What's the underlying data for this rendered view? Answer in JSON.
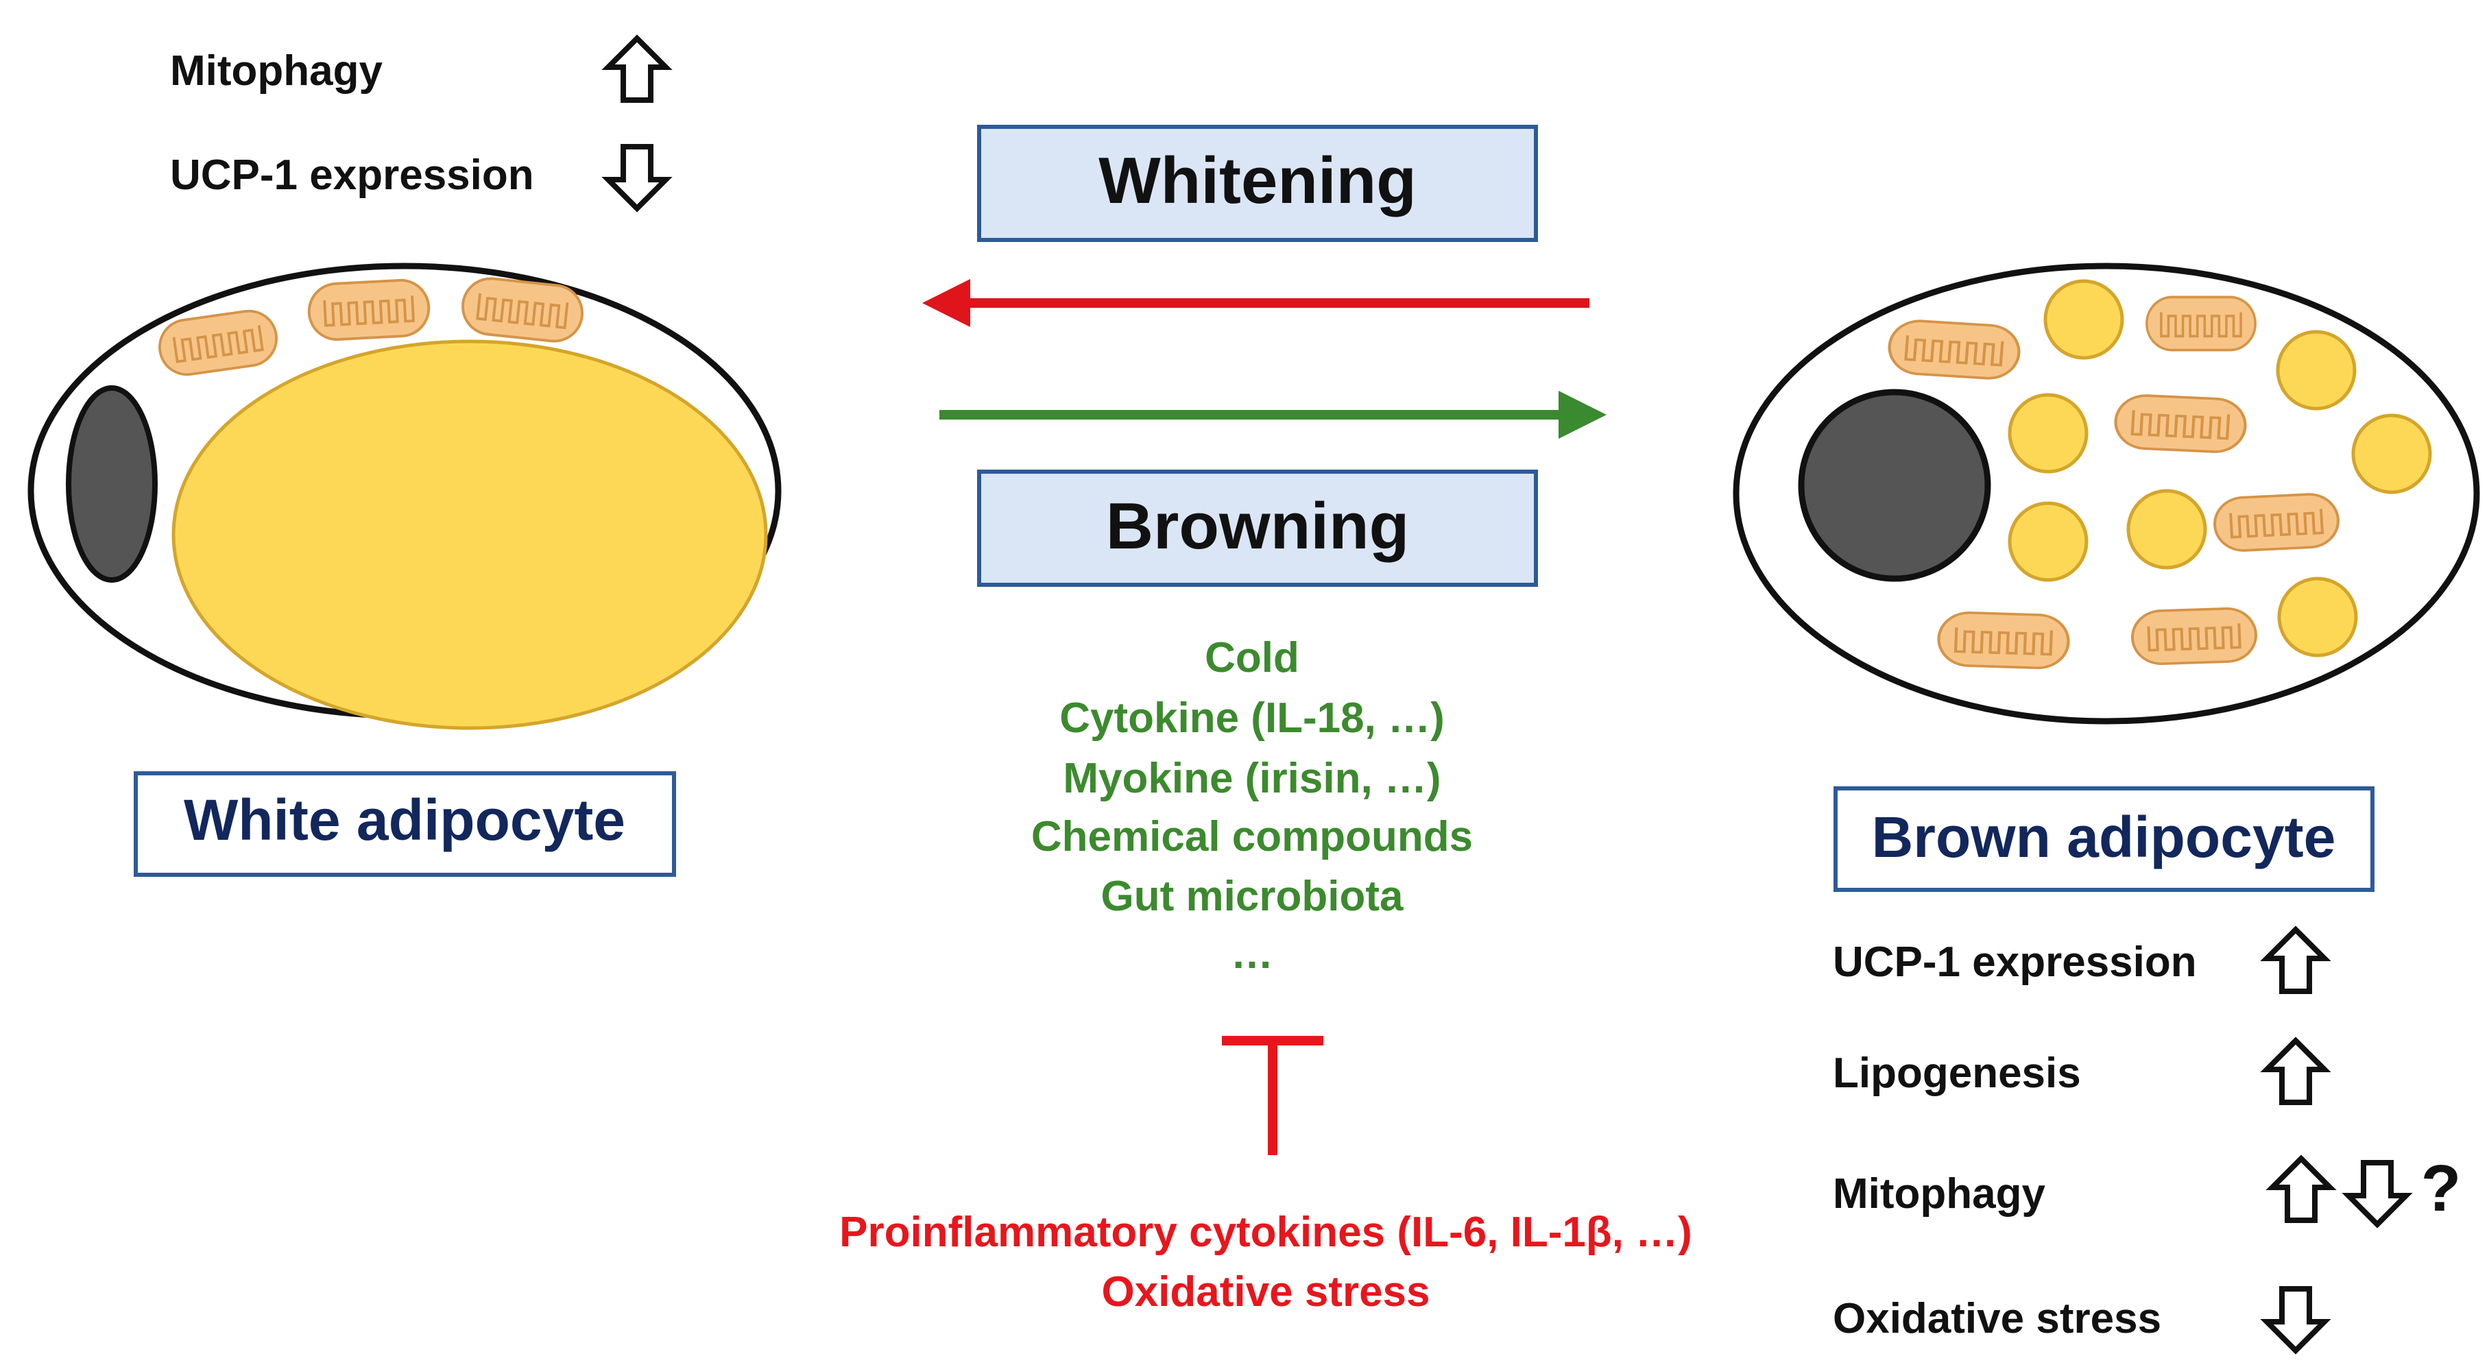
{
  "left_panel": {
    "markers": [
      {
        "label": "Mitophagy",
        "arrows": [
          "up"
        ]
      },
      {
        "label": "UCP-1 expression",
        "arrows": [
          "down"
        ]
      }
    ],
    "cell_label": "White adipocyte"
  },
  "center": {
    "whitening_label": "Whitening",
    "browning_label": "Browning",
    "inducers": [
      "Cold",
      "Cytokine (IL-18, …)",
      "Myokine (irisin, …)",
      "Chemical compounds",
      "Gut microbiota",
      "…"
    ],
    "inhibitors": [
      "Proinflammatory cytokines (IL-6, IL-1β, …)",
      "Oxidative stress"
    ]
  },
  "right_panel": {
    "cell_label": "Brown adipocyte",
    "markers": [
      {
        "label": "UCP-1 expression",
        "arrows": [
          "up"
        ]
      },
      {
        "label": "Lipogenesis",
        "arrows": [
          "up"
        ]
      },
      {
        "label": "Mitophagy",
        "arrows": [
          "up",
          "down"
        ],
        "note": "?"
      },
      {
        "label": "Oxidative stress",
        "arrows": [
          "down"
        ]
      }
    ]
  },
  "colors": {
    "whitening_arrow": "#e0141b",
    "browning_arrow": "#3a8a2f",
    "inducer_text": "#3c8a2e",
    "inhibitor_text": "#e8161c",
    "label_box_fill": "#dae6f6",
    "label_box_border": "#2e5a9a",
    "cell_label_text": "#12275c",
    "lipid": "#fdd857",
    "lipid_border": "#d5a52a",
    "mitochondria": "#f7c488",
    "mitochondria_border": "#d59447",
    "nucleus": "#555555"
  }
}
